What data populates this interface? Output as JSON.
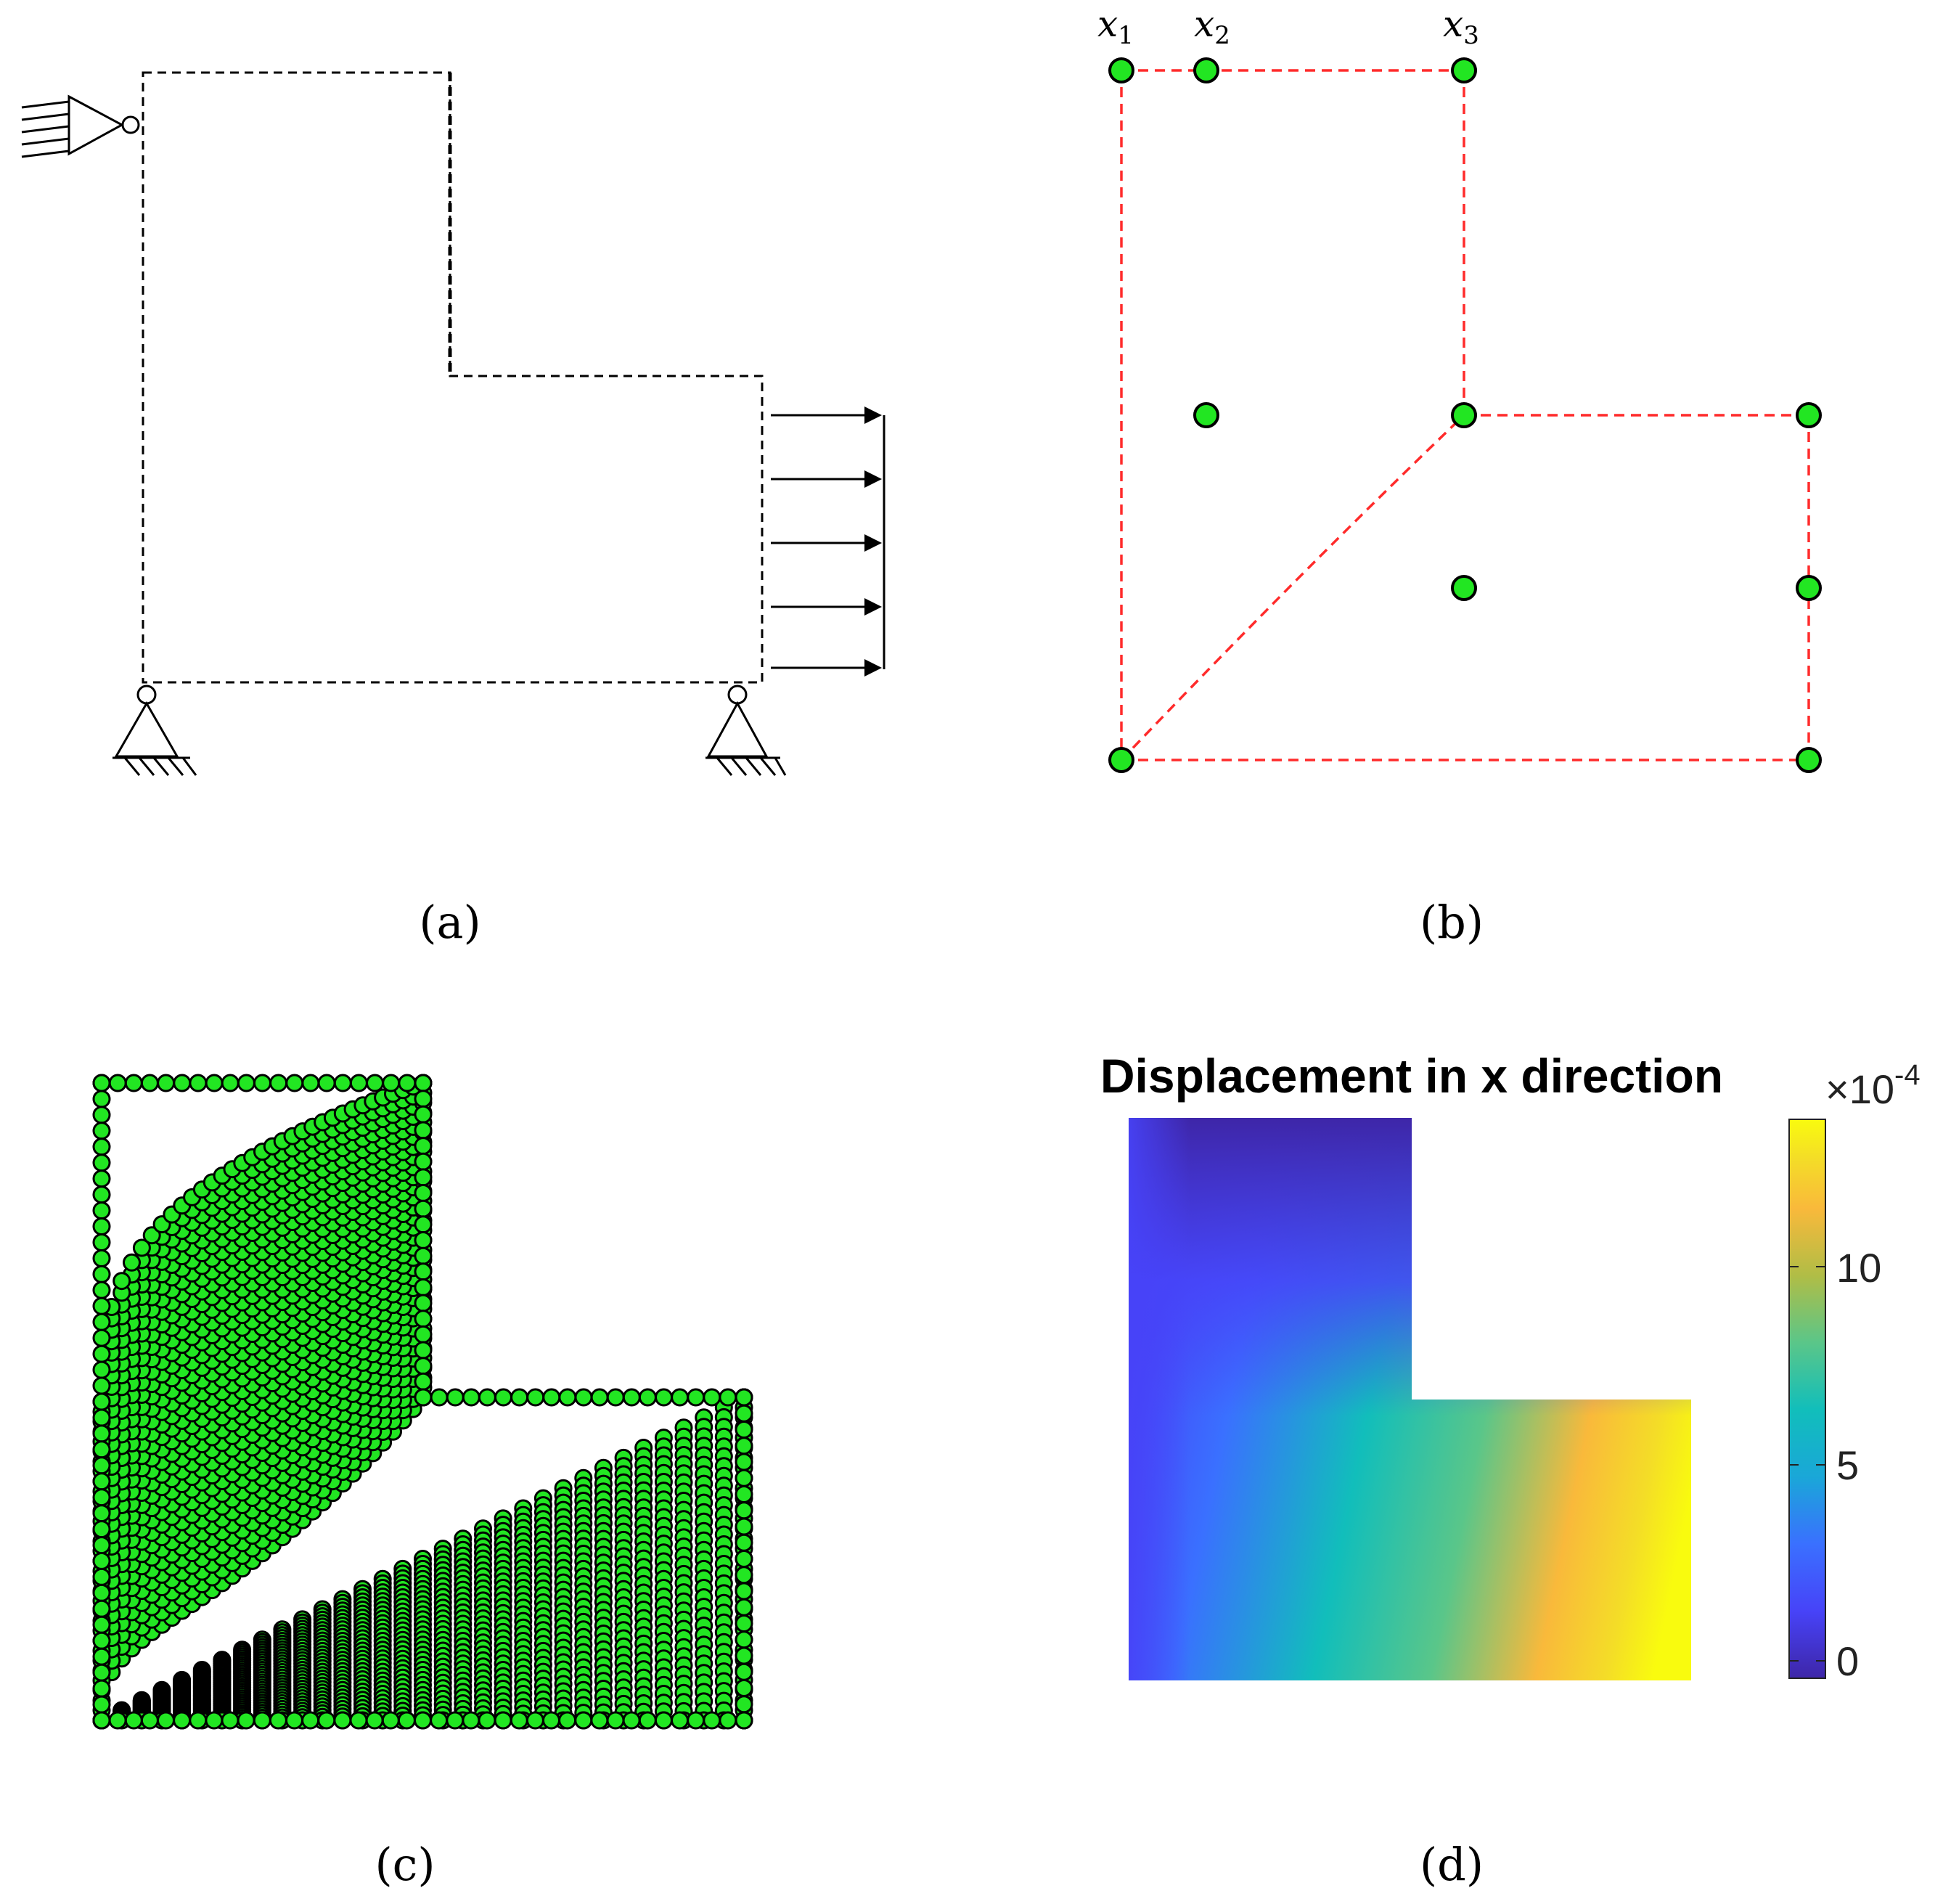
{
  "captions": {
    "a": "(a)",
    "b": "(b)",
    "c": "(c)",
    "d": "(d)"
  },
  "panel_b": {
    "labels": {
      "x1": "x",
      "x1_sub": "1",
      "x2": "x",
      "x2_sub": "2",
      "x3": "x",
      "x3_sub": "3"
    }
  },
  "panel_d": {
    "title": "Displacement in x direction",
    "colorbar": {
      "multiplier": "×10",
      "exponent": "-4",
      "ticks": [
        "10",
        "5",
        "0"
      ]
    }
  },
  "colors": {
    "node_fill": "#22e622",
    "dash_red": "#ff2b2b",
    "colormap": [
      "#3e26a8",
      "#4743f8",
      "#3a70ff",
      "#1aa7d8",
      "#11bebb",
      "#5ac689",
      "#b0bd46",
      "#f9b93b",
      "#f4dd27",
      "#f9fb0e"
    ]
  }
}
